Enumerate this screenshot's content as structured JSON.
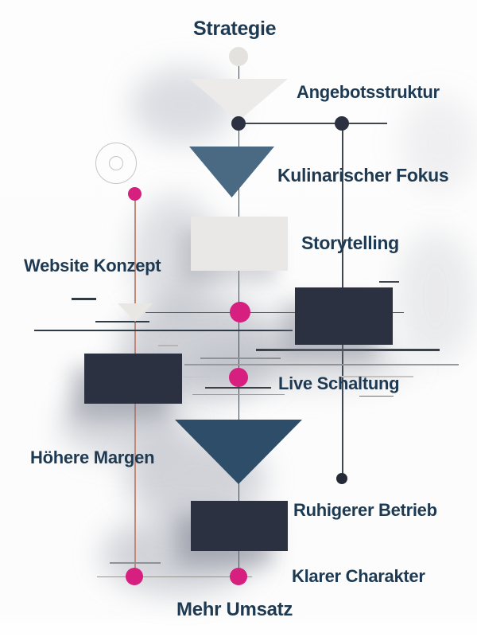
{
  "labels": {
    "strategie": "Strategie",
    "angebotsstruktur": "Angebotsstruktur",
    "kulinarischer_fokus": "Kulinarischer Fokus",
    "storytelling": "Storytelling",
    "website_konzept": "Website Konzept",
    "live_schaltung": "Live Schaltung",
    "hoehere_margen": "Höhere Margen",
    "ruhigerer_betrieb": "Ruhigerer Betrieb",
    "klarer_charakter": "Klarer Charakter",
    "mehr_umsatz": "Mehr Umsatz"
  },
  "palette": {
    "text_navy": "#1e3a52",
    "shape_dark": "#2b3140",
    "steel_blue": "#4a6a84",
    "deep_blue": "#2e4d68",
    "pink": "#d61f7e",
    "light_gray": "#e9e8e6",
    "salmon": "#c28878"
  }
}
